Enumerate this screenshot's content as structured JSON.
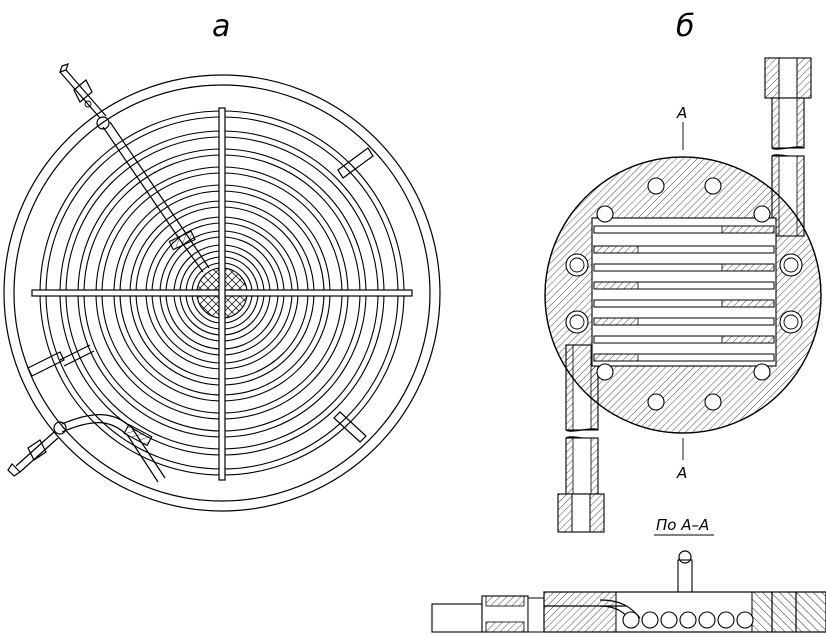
{
  "views": {
    "left_label": "а",
    "right_label": "б"
  },
  "section": {
    "mark_top": "А",
    "mark_bottom": "А",
    "caption": "По А–А"
  }
}
